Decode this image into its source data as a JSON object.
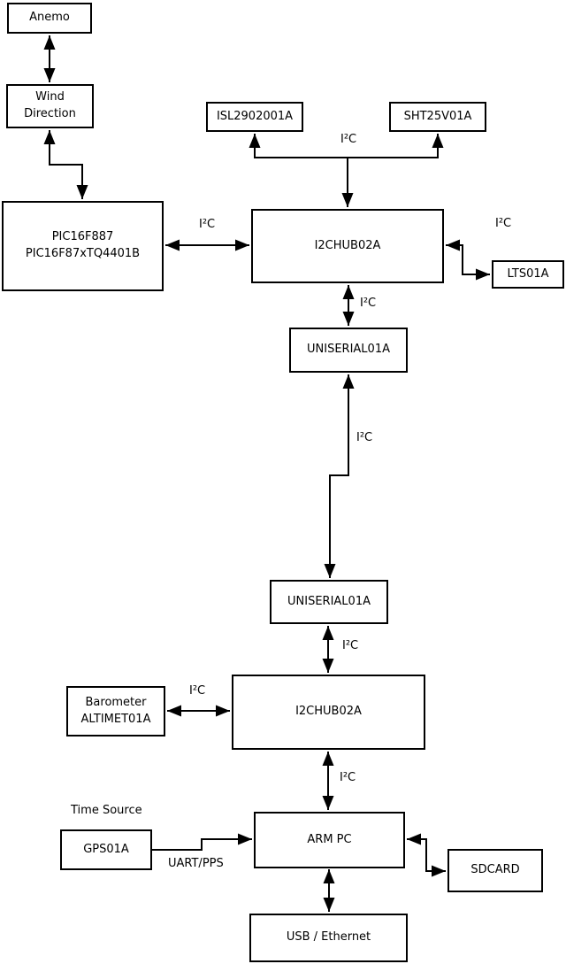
{
  "nodes": {
    "anemo": {
      "label": "Anemo"
    },
    "wind_direction": {
      "label": "Wind\nDirection"
    },
    "pic": {
      "label": "PIC16F887\nPIC16F87xTQ4401B"
    },
    "isl": {
      "label": "ISL2902001A"
    },
    "sht": {
      "label": "SHT25V01A"
    },
    "i2chub_top": {
      "label": "I2CHUB02A"
    },
    "lts": {
      "label": "LTS01A"
    },
    "uniserial_top": {
      "label": "UNISERIAL01A"
    },
    "uniserial_bottom": {
      "label": "UNISERIAL01A"
    },
    "barometer": {
      "label": "Barometer\nALTIMET01A"
    },
    "i2chub_bottom": {
      "label": "I2CHUB02A"
    },
    "gps": {
      "label": "GPS01A"
    },
    "arm_pc": {
      "label": "ARM PC"
    },
    "sdcard": {
      "label": "SDCARD"
    },
    "usb_ethernet": {
      "label": "USB / Ethernet"
    }
  },
  "labels": {
    "i2c": "I²C",
    "time_source": "Time Source",
    "uart_pps": "UART/PPS"
  },
  "colors": {
    "line": "#000000",
    "text": "#000000",
    "box_fill": "#ffffff",
    "background": "#ffffff"
  }
}
